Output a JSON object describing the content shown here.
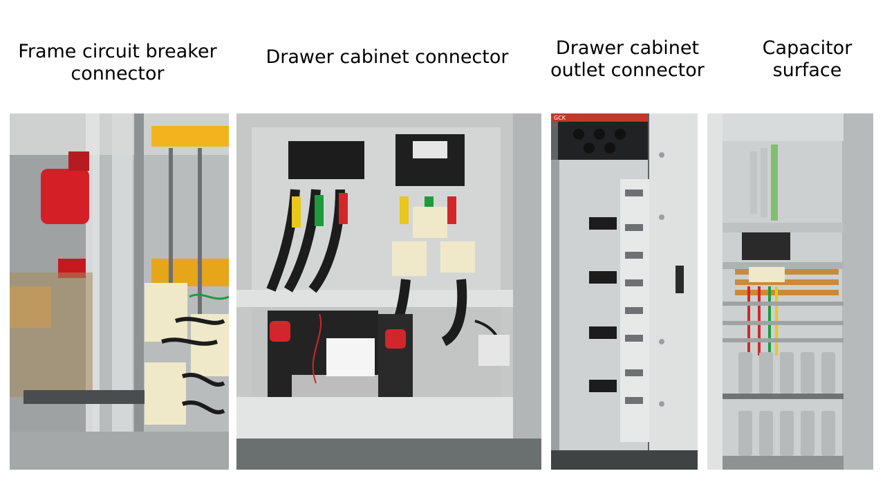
{
  "captions": {
    "frame": "Frame circuit breaker\nconnector",
    "drawer": "Drawer cabinet connector",
    "outlet": "Drawer cabinet\noutlet connector",
    "capacitor": "Capacitor\nsurface"
  },
  "photo_labels": {
    "outlet_tag": "GCK"
  },
  "colors": {
    "cabinet_grey": "#c9cbcb",
    "phase_yellow": "#e8c81a",
    "phase_green": "#1f9a3c",
    "phase_red": "#d2262a",
    "cable_black": "#1c1c1c",
    "busbar_copper": "#c98a3a",
    "frame_yellow": "#f2b31c"
  }
}
